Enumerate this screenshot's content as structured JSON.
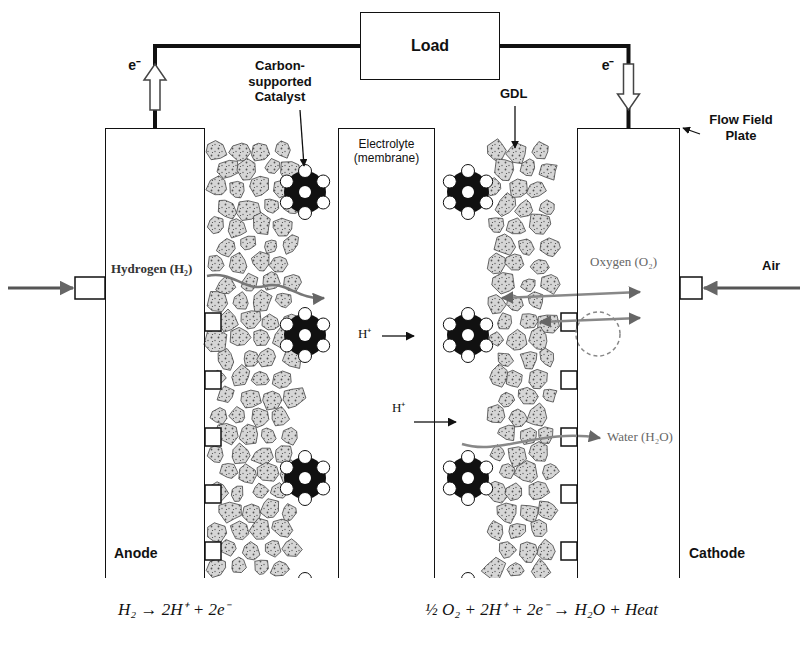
{
  "diagram": {
    "nodes": [
      {
        "text": [
          "Load"
        ]
      },
      {
        "text": [
          "Anode"
        ]
      },
      {
        "text": [
          "Electrolyte (membrane)"
        ]
      },
      {
        "text": [
          "Cathode"
        ]
      }
    ],
    "edges": [
      {
        "from": 1,
        "to": 0,
        "arrow": "to",
        "label": "e⁻"
      },
      {
        "from": 0,
        "to": 3,
        "arrow": "to",
        "label": "e⁻"
      }
    ],
    "labels": [
      "Carbon-supported Catalyst",
      "GDL",
      "Flow Field Plate",
      "Air",
      "Hydrogen (H₂)",
      "Oxygen (O₂)",
      "Water (H₂O)",
      "H⁺",
      "H⁺",
      "H₂ → 2H⁺ + 2e⁻",
      "½ O₂ + 2H⁺ + 2e⁻ → H₂O + Heat"
    ]
  }
}
